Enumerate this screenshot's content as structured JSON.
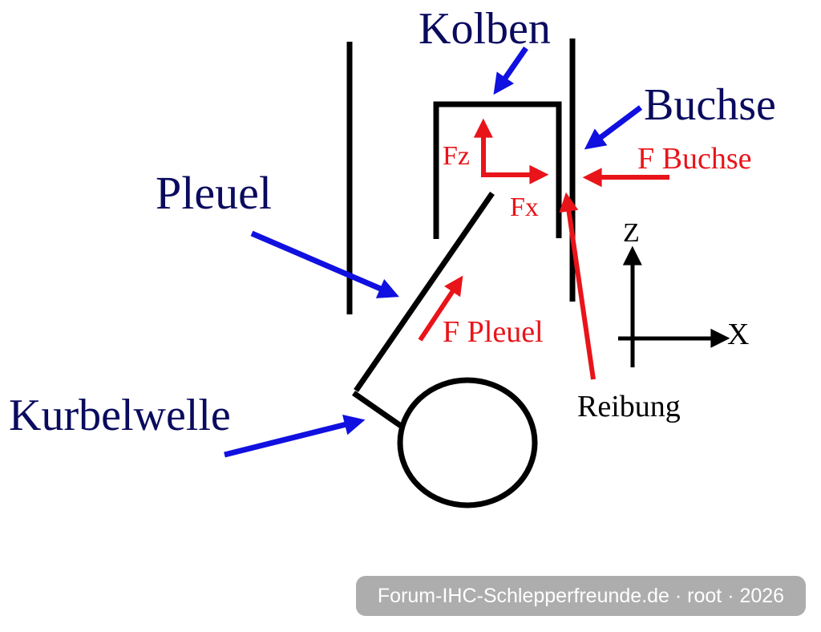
{
  "labels": {
    "kolben": "Kolben",
    "buchse": "Buchse",
    "pleuel": "Pleuel",
    "kurbelwelle": "Kurbelwelle",
    "fz": "Fz",
    "fx": "Fx",
    "f_buchse": "F Buchse",
    "f_pleuel": "F Pleuel",
    "reibung": "Reibung",
    "axis_z": "Z",
    "axis_x": "X"
  },
  "watermark": "Forum-IHC-Schlepperfreunde.de · root · 2026",
  "colors": {
    "label_navy": "#0a0a5e",
    "pointer_blue": "#1010e0",
    "force_red": "#e8141a",
    "structure_black": "#000000"
  }
}
